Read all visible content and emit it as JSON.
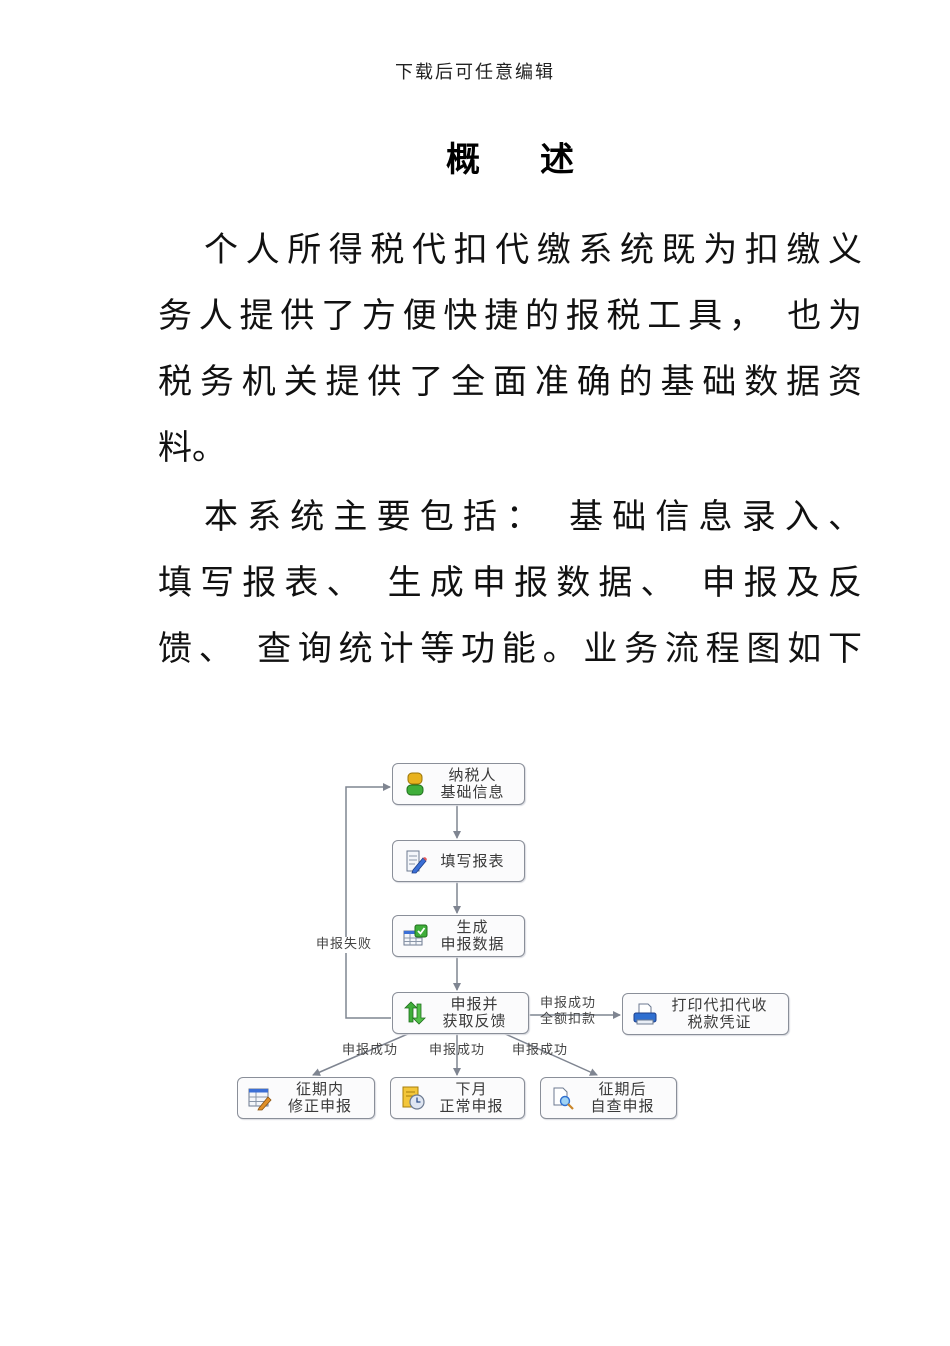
{
  "header": {
    "text": "下载后可任意编辑"
  },
  "title": {
    "left": "概",
    "right": "述"
  },
  "paragraphs": [
    {
      "lines": [
        "个人所得税代扣代缴系统既为扣缴义",
        "务人提供了方便快捷的报税工具， 也为",
        "税务机关提供了全面准确的基础数据资",
        "料。"
      ]
    },
    {
      "lines": [
        "本系统主要包括： 基础信息录入、",
        "填写报表、 生成申报数据、 申报及反",
        "馈、 查询统计等功能。业务流程图如下"
      ]
    }
  ],
  "flowchart": {
    "nodes": [
      {
        "id": "taxpayer-info",
        "icon": "user-icon",
        "lines": [
          "纳税人",
          "基础信息"
        ]
      },
      {
        "id": "fill-report",
        "icon": "edit-document-icon",
        "lines": [
          "填写报表"
        ]
      },
      {
        "id": "generate-data",
        "icon": "table-check-icon",
        "lines": [
          "生成",
          "申报数据"
        ]
      },
      {
        "id": "declare-feedback",
        "icon": "refresh-arrows-icon",
        "lines": [
          "申报并",
          "获取反馈"
        ]
      },
      {
        "id": "print-voucher",
        "icon": "printer-icon",
        "lines": [
          "打印代扣代收",
          "税款凭证"
        ]
      },
      {
        "id": "amend-in-period",
        "icon": "table-edit-icon",
        "lines": [
          "征期内",
          "修正申报"
        ]
      },
      {
        "id": "next-month",
        "icon": "clock-document-icon",
        "lines": [
          "下月",
          "正常申报"
        ]
      },
      {
        "id": "self-check",
        "icon": "magnifier-document-icon",
        "lines": [
          "征期后",
          "自查申报"
        ]
      }
    ],
    "edges": [
      {
        "from": "taxpayer-info",
        "to": "fill-report",
        "label": ""
      },
      {
        "from": "fill-report",
        "to": "generate-data",
        "label": ""
      },
      {
        "from": "generate-data",
        "to": "declare-feedback",
        "label": ""
      },
      {
        "from": "declare-feedback",
        "to": "taxpayer-info",
        "label": "申报失败"
      },
      {
        "from": "declare-feedback",
        "to": "print-voucher",
        "label": [
          "申报成功",
          "全额扣款"
        ]
      },
      {
        "from": "declare-feedback",
        "to": "amend-in-period",
        "label": "申报成功"
      },
      {
        "from": "declare-feedback",
        "to": "next-month",
        "label": "申报成功"
      },
      {
        "from": "declare-feedback",
        "to": "self-check",
        "label": "申报成功"
      }
    ],
    "colors": {
      "line": "#7f8591",
      "border": "#8a8f99",
      "text": "#3a3a3a"
    }
  }
}
